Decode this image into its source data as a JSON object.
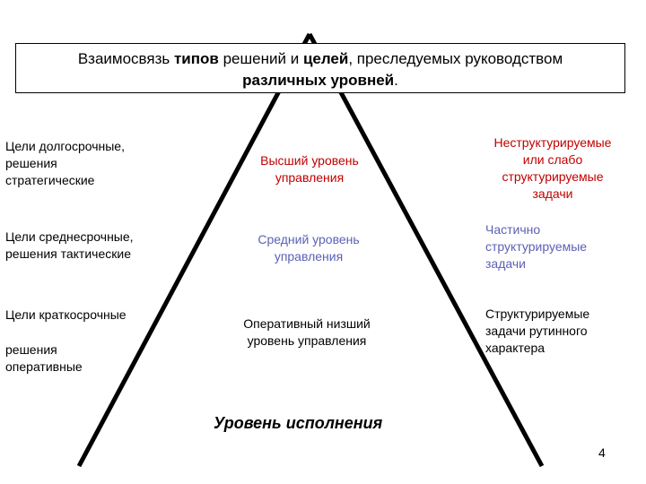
{
  "title": {
    "part1": "Взаимосвязь ",
    "bold1": "типов",
    "part2": " решений и ",
    "bold2": "целей",
    "part3": ", преследуемых руководством",
    "bold3": "различных уровней",
    "part4": "."
  },
  "left": {
    "long_term": [
      "Цели долгосрочные,",
      "решения",
      "стратегические"
    ],
    "mid_term": [
      "Цели среднесрочные,",
      "решения тактические"
    ],
    "short_term_goals": "Цели краткосрочные",
    "short_term_decisions": [
      "решения",
      "оперативные"
    ]
  },
  "center": {
    "top_level": [
      "Высший уровень",
      "управления"
    ],
    "mid_level": [
      "Средний уровень",
      "управления"
    ],
    "low_level": [
      "Оперативный низший",
      "уровень управления"
    ],
    "execution": "Уровень исполнения"
  },
  "right": {
    "unstructured": [
      "Неструктурируемые",
      "или слабо",
      "структурируемые",
      "задачи"
    ],
    "partial": [
      "Частично",
      "структурируемые",
      "задачи"
    ],
    "structured": [
      "Структурируемые",
      "задачи рутинного",
      "характера"
    ]
  },
  "page_number": "4",
  "colors": {
    "red": "#c00000",
    "blue": "#5b61b5",
    "line": "#000000"
  }
}
